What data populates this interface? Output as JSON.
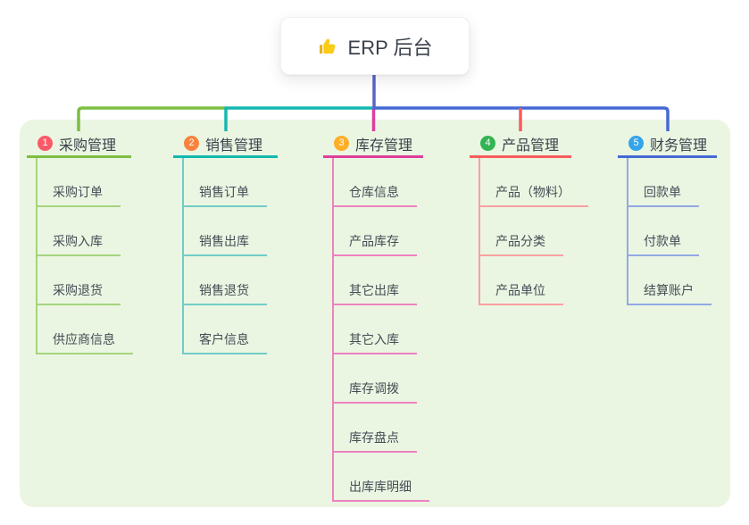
{
  "root": {
    "label": "ERP 后台",
    "icon": "thumbs-up"
  },
  "panel": {
    "background": "#EAF6E2"
  },
  "connector_root_color": "#5A64C8",
  "branches": [
    {
      "num": "1",
      "title": "采购管理",
      "badge_color": "#FA5A67",
      "line_color": "#7CBE42",
      "light_color": "#A6D37D",
      "items": [
        "采购订单",
        "采购入库",
        "采购退货",
        "供应商信息"
      ]
    },
    {
      "num": "2",
      "title": "销售管理",
      "badge_color": "#F9823E",
      "line_color": "#14B8B1",
      "light_color": "#72CCC6",
      "items": [
        "销售订单",
        "销售出库",
        "销售退货",
        "客户信息"
      ]
    },
    {
      "num": "3",
      "title": "库存管理",
      "badge_color": "#FEAE27",
      "line_color": "#DE3D9B",
      "light_color": "#EE82C0",
      "items": [
        "仓库信息",
        "产品库存",
        "其它出库",
        "其它入库",
        "库存调拨",
        "库存盘点",
        "出库库明细"
      ]
    },
    {
      "num": "4",
      "title": "产品管理",
      "badge_color": "#33B453",
      "line_color": "#F75C5C",
      "light_color": "#F9A0A0",
      "items": [
        "产品（物料）",
        "产品分类",
        "产品单位"
      ]
    },
    {
      "num": "5",
      "title": "财务管理",
      "badge_color": "#34A5E9",
      "line_color": "#4569D4",
      "light_color": "#93A9E3",
      "items": [
        "回款单",
        "付款单",
        "结算账户"
      ]
    }
  ]
}
